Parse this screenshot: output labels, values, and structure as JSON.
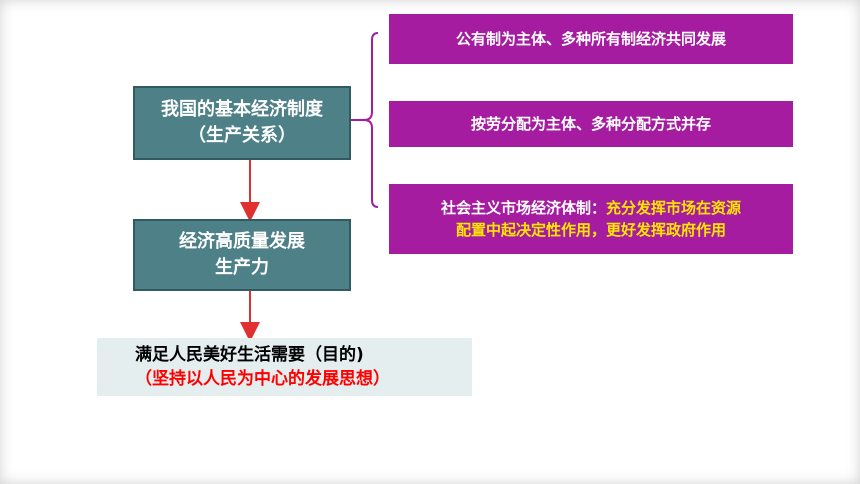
{
  "boxes": {
    "basic_system": {
      "line1": "我国的基本经济制度",
      "line2": "（生产关系）"
    },
    "high_quality": {
      "line1": "经济高质量发展",
      "line2": "生产力"
    }
  },
  "branches": [
    {
      "text": "公有制为主体、多种所有制经济共同发展"
    },
    {
      "text": "按劳分配为主体、多种分配方式并存"
    },
    {
      "prefix": "社会主义市场经济体制：",
      "highlight_a": "充分发挥市场在资源",
      "highlight_b": "配置中起决定性作用，更好发挥政府作用"
    }
  ],
  "goal": {
    "line1": "满足人民美好生活需要（目的)",
    "line2": "（坚持以人民为中心的发展思想）"
  },
  "colors": {
    "teal": "#4e8087",
    "purple": "#a51ca1",
    "arrow_red": "#e03030",
    "highlight_yellow": "#ffe600",
    "goal_red": "#ff0000"
  }
}
